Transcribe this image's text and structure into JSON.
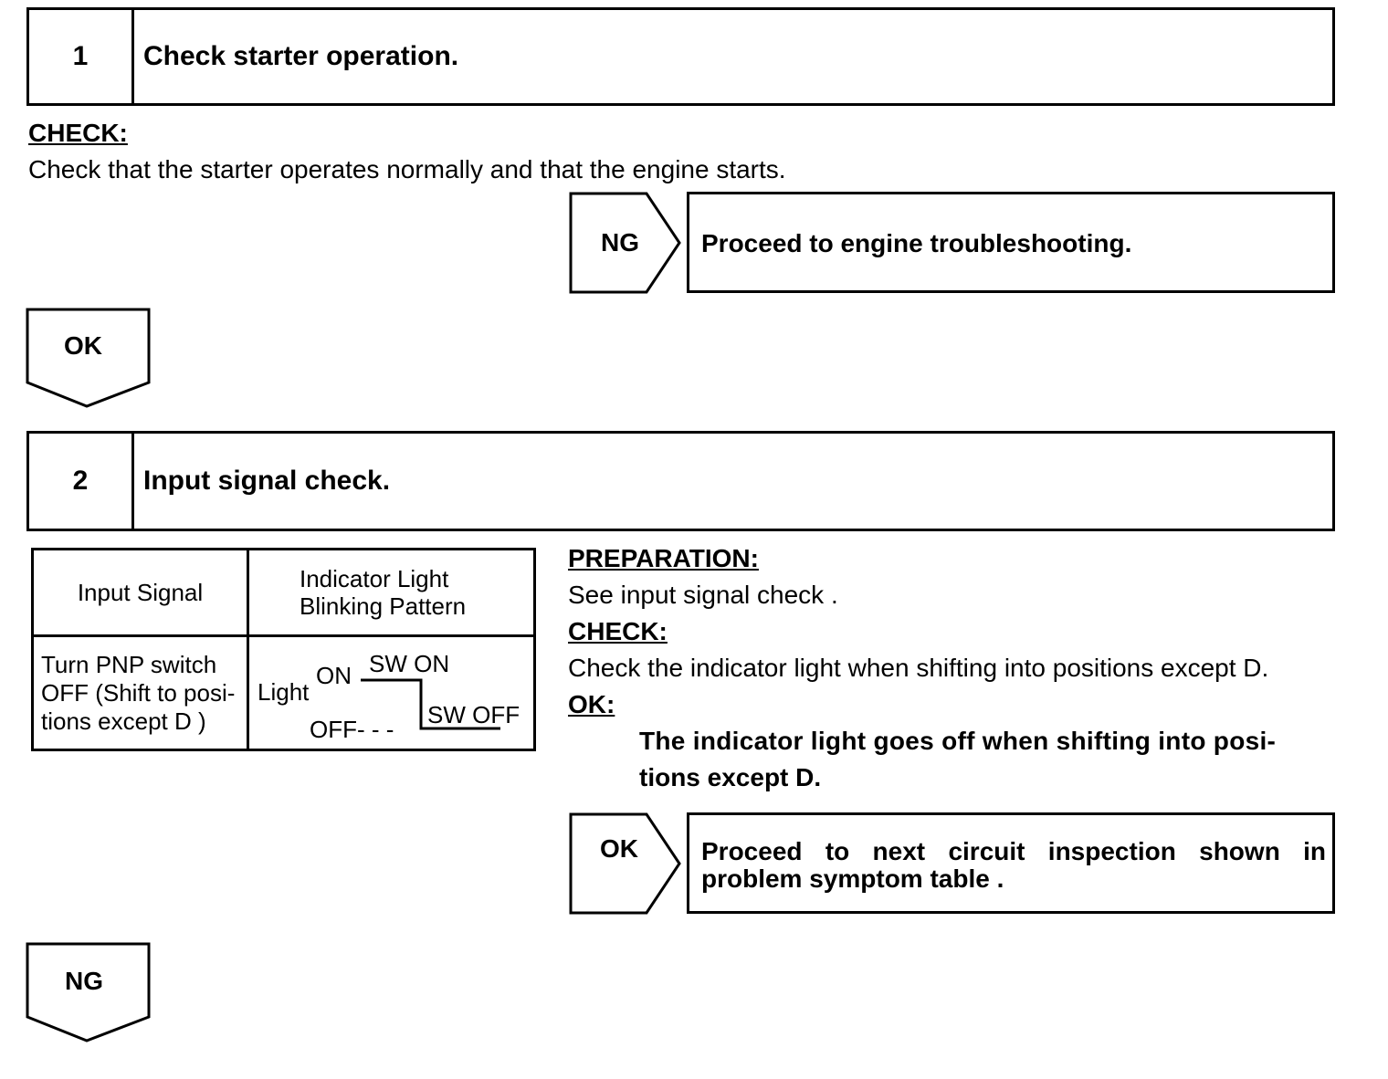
{
  "step1": {
    "number": "1",
    "title": "Check starter operation.",
    "check_label": "CHECK:",
    "check_text": "Check that the starter operates normally and that the engine starts.",
    "ng_label": "NG",
    "ng_result": "Proceed to engine troubleshooting.",
    "ok_label": "OK"
  },
  "step2": {
    "number": "2",
    "title": "Input signal check.",
    "table": {
      "header_input": "Input Signal",
      "header_indicator_line1": "Indicator Light",
      "header_indicator_line2": "Blinking Pattern",
      "row_input_line1": "Turn PNP switch",
      "row_input_line2": "OFF (Shift to posi-",
      "row_input_line3": "tions except D )",
      "pattern": {
        "light": "Light",
        "on": "ON",
        "off": "OFF- - -",
        "sw_on": "SW ON",
        "sw_off": "SW OFF"
      }
    },
    "preparation_label": "PREPARATION:",
    "preparation_text": "See input signal check .",
    "check_label": "CHECK:",
    "check_text": "Check the indicator light when shifting into positions except D.",
    "ok_label": "OK:",
    "ok_line1": "The indicator light goes off when shifting into posi-",
    "ok_line2": "tions except D.",
    "ok_arrow_label": "OK",
    "ok_result_line1": "Proceed to next circuit inspection shown in",
    "ok_result_line2": "problem symptom table .",
    "ng_label": "NG"
  }
}
